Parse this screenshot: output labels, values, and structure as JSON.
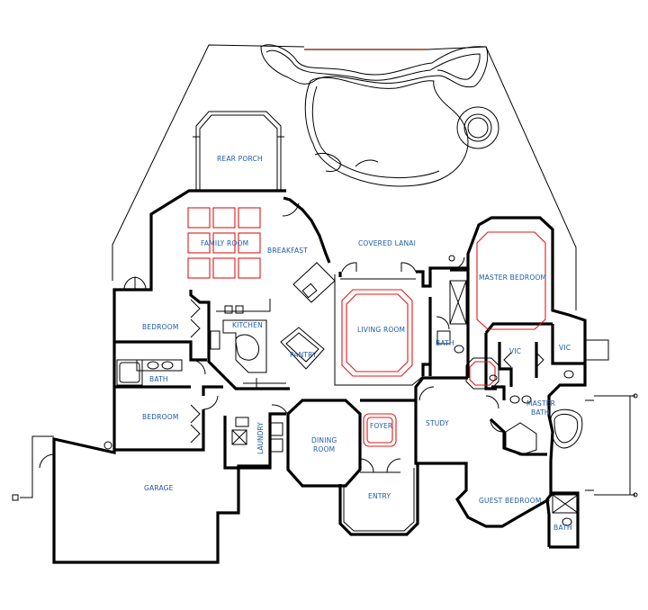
{
  "rooms": {
    "rear_porch": "REAR PORCH",
    "family_room": "FAMILY ROOM",
    "breakfast": "BREAKFAST",
    "covered_lanai": "COVERED LANAI",
    "master_bedroom": "MASTER BEDROOM",
    "bedroom_1": "BEDROOM",
    "kitchen": "KITCHEN",
    "living_room": "LIVING ROOM",
    "bath_center": "BATH",
    "vic_1": "VIC",
    "vic_2": "VIC",
    "pantry": "PANTRY",
    "bath_left": "BATH",
    "master_bath_line1": "MASTER",
    "master_bath_line2": "BATH",
    "bedroom_2": "BEDROOM",
    "laundry": "LAUNDRY",
    "dining_line1": "DINING",
    "dining_line2": "ROOM",
    "foyer": "FOYER",
    "study": "STUDY",
    "garage": "GARAGE",
    "entry": "ENTRY",
    "guest_bedroom": "GUEST BEDROOM",
    "bath_right": "BATH"
  },
  "colors": {
    "label": "#1e5aa8",
    "ceiling_detail": "#e01818",
    "wall": "#000000",
    "pool_edge": "#8a3a1a"
  }
}
